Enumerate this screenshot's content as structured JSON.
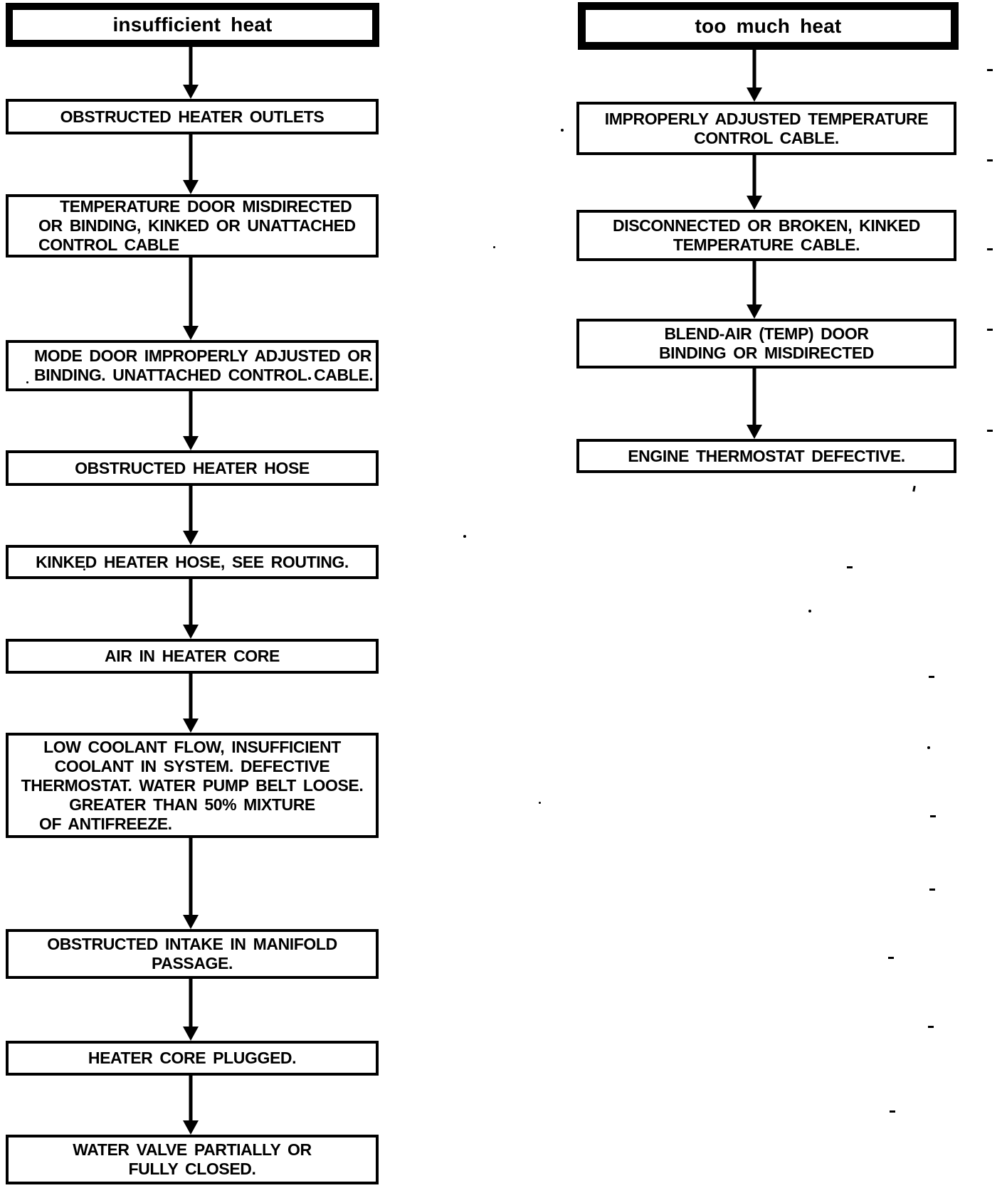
{
  "colors": {
    "ink": "#000000",
    "paper": "#ffffff"
  },
  "columns": {
    "insufficient": {
      "header": "insufficient heat",
      "boxes": [
        {
          "lines": [
            "OBSTRUCTED HEATER OUTLETS"
          ]
        },
        {
          "lines": [
            "TEMPERATURE DOOR MISDIRECTED",
            "OR BINDING, KINKED OR UNATTACHED",
            "CONTROL CABLE"
          ]
        },
        {
          "lines": [
            "MODE DOOR IMPROPERLY ADJUSTED OR",
            "BINDING. UNATTACHED CONTROL CABLE."
          ]
        },
        {
          "lines": [
            "OBSTRUCTED HEATER HOSE"
          ]
        },
        {
          "lines": [
            "KINKED HEATER HOSE, SEE ROUTING."
          ]
        },
        {
          "lines": [
            "AIR IN HEATER CORE"
          ]
        },
        {
          "lines": [
            "LOW COOLANT FLOW, INSUFFICIENT",
            "COOLANT IN SYSTEM. DEFECTIVE",
            "THERMOSTAT. WATER PUMP BELT LOOSE.",
            "GREATER THAN 50% MIXTURE",
            "OF ANTIFREEZE."
          ]
        },
        {
          "lines": [
            "OBSTRUCTED INTAKE IN MANIFOLD",
            "PASSAGE."
          ]
        },
        {
          "lines": [
            "HEATER CORE PLUGGED."
          ]
        },
        {
          "lines": [
            "WATER VALVE PARTIALLY OR",
            "FULLY CLOSED."
          ]
        }
      ]
    },
    "too_much": {
      "header": "too much heat",
      "boxes": [
        {
          "lines": [
            "IMPROPERLY ADJUSTED TEMPERATURE",
            "CONTROL CABLE."
          ]
        },
        {
          "lines": [
            "DISCONNECTED OR BROKEN, KINKED",
            "TEMPERATURE CABLE."
          ]
        },
        {
          "lines": [
            "BLEND-AIR (TEMP) DOOR",
            "BINDING OR MISDIRECTED"
          ]
        },
        {
          "lines": [
            "ENGINE THERMOSTAT DEFECTIVE."
          ]
        }
      ]
    }
  }
}
